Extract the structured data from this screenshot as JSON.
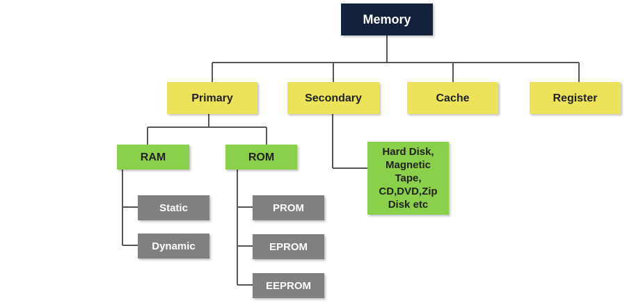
{
  "colors": {
    "root": "#14213d",
    "level1": "#ece35a",
    "level2": "#8bd04a",
    "level3": "#808080",
    "connector": "#555555"
  },
  "nodes": {
    "memory": "Memory",
    "primary": "Primary",
    "secondary": "Secondary",
    "cache": "Cache",
    "register": "Register",
    "ram": "RAM",
    "rom": "ROM",
    "secondary_media": "Hard Disk,\nMagnetic\nTape,\nCD,DVD,Zip\nDisk etc",
    "static": "Static",
    "dynamic": "Dynamic",
    "prom": "PROM",
    "eprom": "EPROM",
    "eeprom": "EEPROM"
  }
}
